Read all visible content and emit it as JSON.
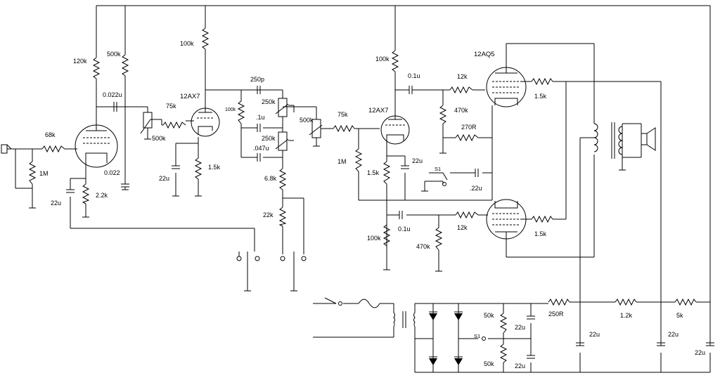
{
  "labels": {
    "r_120k": "120k",
    "r_500k_top": "500k",
    "r_100k_top": "100k",
    "r_100k_mid": "100k",
    "c_250p": "250p",
    "c_0022u": "0.022u",
    "r_75k_a": "75k",
    "tube_12ax7_a": "12AX7",
    "r_68k": "68k",
    "r_1m_in": "1M",
    "pot_500k_a": "500k",
    "c_0022": "0.022",
    "c_22u_in": "22u",
    "r_22k_cath": "2.2k",
    "c_22u_k2": "22u",
    "r_15k_k2": "1.5k",
    "pot_250k_a": "250k",
    "c_1u": ".1u",
    "pot_250k_b": "250k",
    "c_047u": ".047u",
    "r_68k_tone": "6.8k",
    "r_22k_tone": "22k",
    "pot_500k_b": "500k",
    "r_75k_b": "75k",
    "tube_12ax7_b": "12AX7",
    "r_1m_b": "1M",
    "r_15k_pi": "1.5k",
    "c_22u_pi": "22u",
    "r_100k_pi_top": "100k",
    "c_01u_top": "0.1u",
    "r_12k_top": "12k",
    "r_470k_top": "470k",
    "r_270r": "270R",
    "switch_s1_a": "S1",
    "c_22u_s1": ".22u",
    "tube_12aq5": "12AQ5",
    "r_15k_g2_top": "1.5k",
    "c_01u_bot": "0.1u",
    "r_12k_bot": "12k",
    "r_100k_pi_bot": "100k",
    "r_470k_bot": "470k",
    "r_15k_g2_bot": "1.5k",
    "r_250r": "250R",
    "r_12k_psu": "1.2k",
    "r_5k_psu": "5k",
    "r_50k_a": "50k",
    "r_50k_b": "50k",
    "switch_s1_b": "S1",
    "c_22u_psu_a": "22u",
    "c_22u_psu_b": "22u",
    "c_22u_psu_c": "22u",
    "c_22u_psu_d": "22u",
    "c_22u_psu_e": "22u"
  }
}
